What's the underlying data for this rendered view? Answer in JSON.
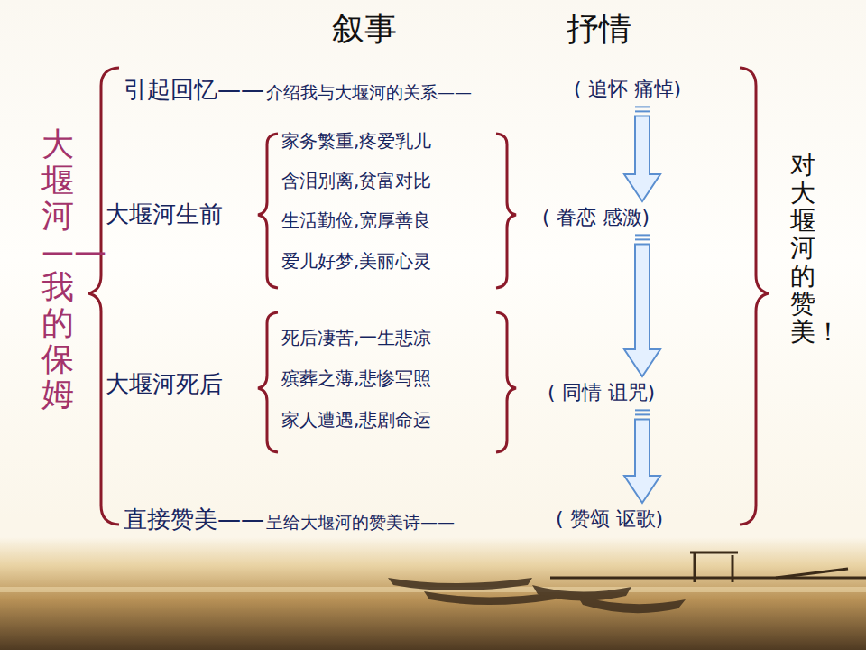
{
  "diagram": {
    "nodes": [
      {
        "text": [
          "( 追怀  痛悼)"
        ]
      },
      {
        "text": [
          "( 眷恋  感激)"
        ]
      },
      {
        "text": [
          "( 同情 诅咒)"
        ]
      },
      {
        "text": [
          "( 赞颂  讴歌)"
        ]
      }
    ],
    "edges": [
      {
        "from": 0,
        "to": 1,
        "arrow": "to"
      },
      {
        "from": 1,
        "to": 2,
        "arrow": "to"
      },
      {
        "from": 2,
        "to": 3,
        "arrow": "to"
      }
    ],
    "labels": [
      "叙事",
      "抒情",
      "大堰河——我的保姆",
      "对大堰河的赞美！",
      "引起回忆——",
      "介绍我与大堰河的关系——",
      "大堰河生前",
      "家务繁重,疼爱乳儿",
      "含泪别离,贫富对比",
      "生活勤俭,宽厚善良",
      "爱儿好梦,美丽心灵",
      "大堰河死后",
      "死后凄苦,一生悲凉",
      "殡葬之薄,悲惨写照",
      "家人遭遇,悲剧命运",
      "直接赞美——",
      "呈给大堰河的赞美诗——"
    ]
  }
}
